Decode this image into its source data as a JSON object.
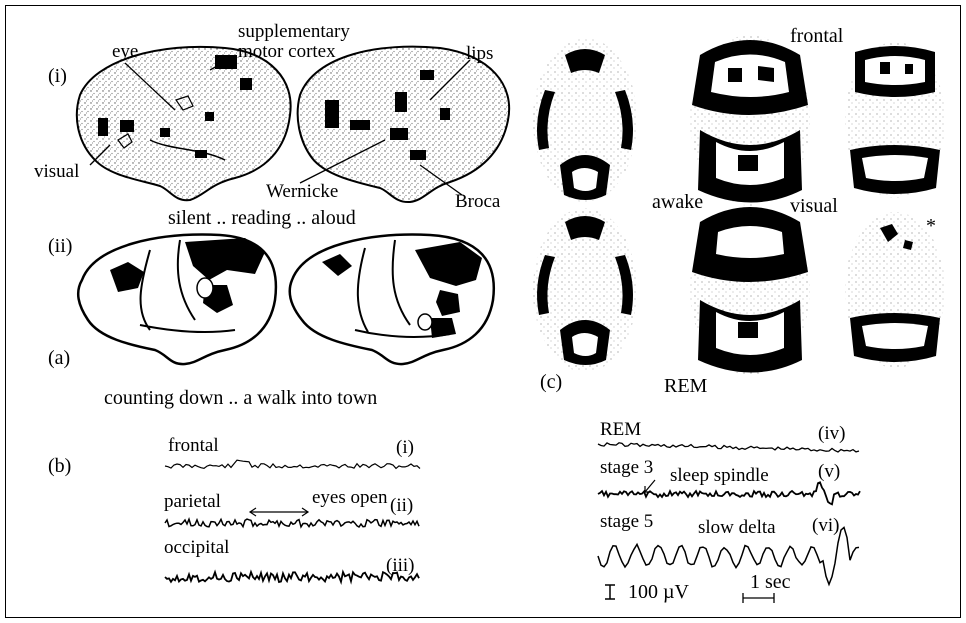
{
  "panel_a": {
    "tag": "(a)",
    "row_i": {
      "tag": "(i)",
      "labels": {
        "eye": "eye",
        "sma_line1": "supplementary",
        "sma_line2": "motor  cortex",
        "lips": "lips",
        "visual": "visual",
        "wernicke": "Wernicke",
        "broca": "Broca"
      },
      "caption": "silent .. reading .. aloud"
    },
    "row_ii": {
      "tag": "(ii)",
      "caption": "counting down .. a walk into town"
    }
  },
  "panel_b": {
    "tag": "(b)",
    "traces": [
      {
        "label": "frontal",
        "tag": "(i)"
      },
      {
        "label": "parietal",
        "tag": "(ii)"
      },
      {
        "label": "occipital",
        "tag": "(iii)"
      }
    ],
    "eyes_open": "eyes  open"
  },
  "panel_c": {
    "tag": "(c)",
    "labels": {
      "frontal": "frontal",
      "awake": "awake",
      "visual": "visual",
      "rem": "REM",
      "asterisk": "*"
    },
    "traces": [
      {
        "label": "REM",
        "tag": "(iv)"
      },
      {
        "label": "stage  3",
        "note": "sleep  spindle",
        "tag": "(v)"
      },
      {
        "label": "stage  5",
        "note": "slow  delta",
        "tag": "(vi)"
      }
    ],
    "scale_voltage": "100 µV",
    "scale_time": "1 sec"
  }
}
